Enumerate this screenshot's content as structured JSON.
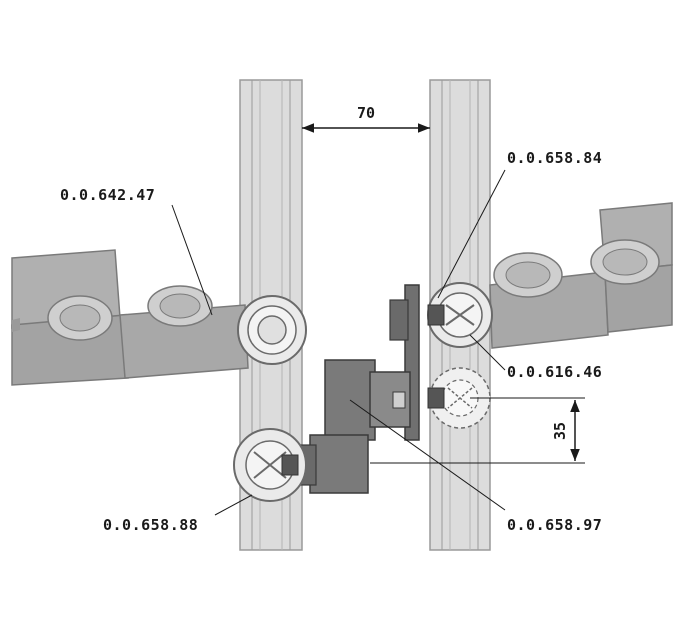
{
  "colors": {
    "rail": "#d9d9d9",
    "rail_stroke": "#9a9a9a",
    "chain": "#a8a8a8",
    "chain_dark": "#8c8c8c",
    "bracket": "#6e6e6e",
    "roller": "#e4e4e4",
    "line": "#2a2a2a"
  },
  "dimensions": {
    "top_gap": "70",
    "right_offset": "35"
  },
  "part_labels": {
    "left_chain": "0.0.642.47",
    "right_upper": "0.0.658.84",
    "right_middle": "0.0.616.46",
    "lower_left": "0.0.658.88",
    "lower_right": "0.0.658.97"
  }
}
